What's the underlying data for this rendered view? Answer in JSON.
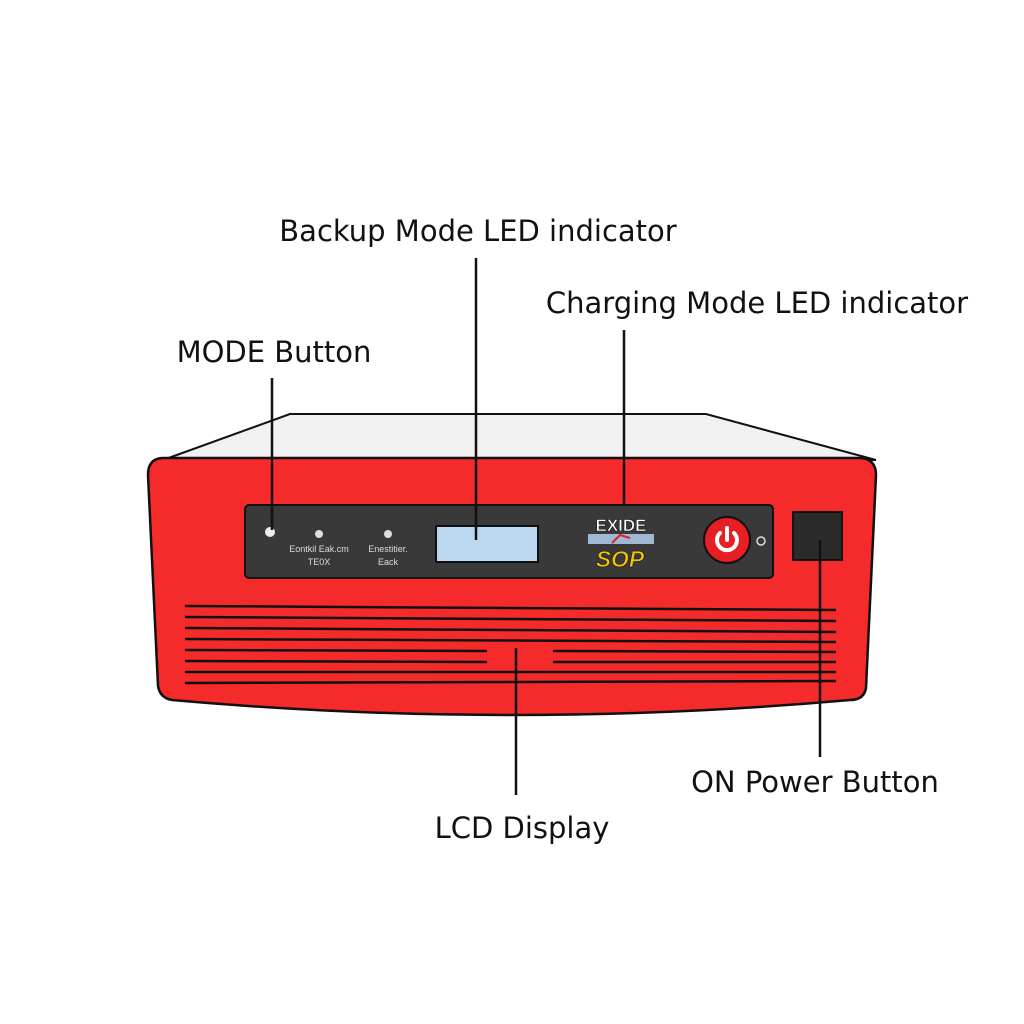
{
  "labels": {
    "backup_led": "Backup Mode LED indicator",
    "charging_led": "Charging Mode LED indicator",
    "mode_button": "MODE Button",
    "lcd_display": "LCD Display",
    "power_button": "ON Power Button"
  },
  "panel": {
    "led1_text_line1": "Eontkil Eak.cm",
    "led1_text_line2": "TE0X",
    "led2_text_line1": "Enestitier.",
    "led2_text_line2": "Eack",
    "brand": "EXIDE",
    "model": "SOP"
  },
  "colors": {
    "body": "#f52a2a",
    "panel": "#393939",
    "lcd": "#bcd8f0",
    "top": "#f1f1f1",
    "model_text": "#f5c400"
  }
}
